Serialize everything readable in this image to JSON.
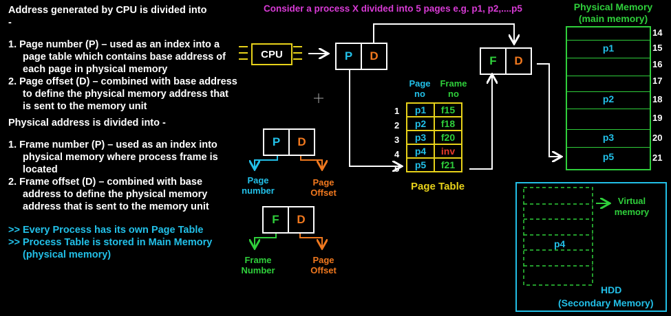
{
  "notes": {
    "heading1": "Address generated by CPU is divided into -",
    "item1_num": "1.",
    "item1_text": "Page number (P) – used as an index into a page table which contains base address of each page in physical memory",
    "item2_num": "2.",
    "item2_text": "Page offset (D) – combined with base address to define the physical memory address that is sent to the memory unit",
    "heading2": "Physical address is divided  into -",
    "item3_num": "1.",
    "item3_text": "Frame number (P) – used as an index into physical memory where process frame is located",
    "item4_num": "2.",
    "item4_text": "Frame offset (D) – combined with base address to define the physical memory address that is sent to the memory unit",
    "bullet1": ">> Every Process has its own Page Table",
    "bullet2": ">> Process Table is stored in Main Memory",
    "bullet2_cont": "(physical memory)"
  },
  "banner": "Consider a process X divided into 5 pages  e.g. p1, p2,....p5",
  "cpu_label": "CPU",
  "logical_box": {
    "p": "P",
    "d": "D"
  },
  "physical_box": {
    "f": "F",
    "d": "D"
  },
  "legend_pd": {
    "p": "P",
    "d": "D",
    "p_label": "Page number",
    "d_label": "Page Offset"
  },
  "legend_fd": {
    "f": "F",
    "d": "D",
    "f_label": "Frame Number",
    "d_label": "Page Offset"
  },
  "page_table": {
    "col1_header": "Page no",
    "col2_header": "Frame no",
    "caption": "Page Table",
    "rows": [
      {
        "num": "1",
        "page": "p1",
        "frame": "f15"
      },
      {
        "num": "2",
        "page": "p2",
        "frame": "f18"
      },
      {
        "num": "3",
        "page": "p3",
        "frame": "f20"
      },
      {
        "num": "4",
        "page": "p4",
        "frame": "inv"
      },
      {
        "num": "5",
        "page": "p5",
        "frame": "f21"
      }
    ]
  },
  "physical_memory": {
    "title_line1": "Physical Memory",
    "title_line2": "(main memory)",
    "numbers": [
      "14",
      "15",
      "16",
      "17",
      "18",
      "19",
      "20",
      "21"
    ],
    "pages": {
      "p1": "p1",
      "p2": "p2",
      "p3": "p3",
      "p5": "p5"
    }
  },
  "hdd": {
    "virtual_label": "Virtual memory",
    "page": "p4",
    "label": "HDD",
    "caption": "(Secondary Memory)"
  },
  "colors": {
    "cyan": "#22c0e8",
    "magenta": "#d93bd6",
    "green": "#2fcf3b",
    "orange": "#f0781e",
    "yellow": "#e8d21a"
  }
}
